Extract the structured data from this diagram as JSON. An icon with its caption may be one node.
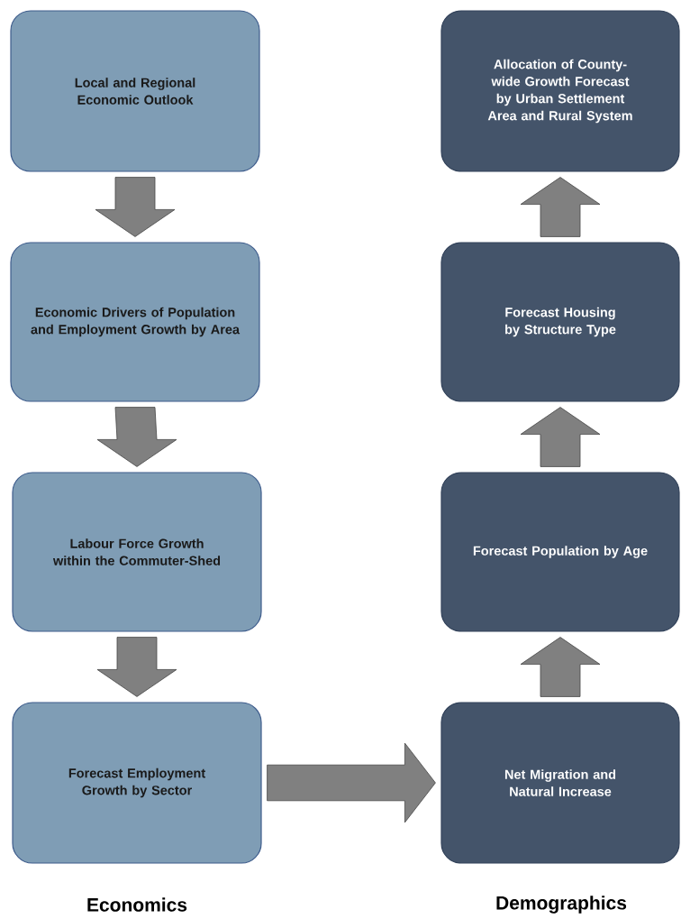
{
  "diagram": {
    "nodes": [
      {
        "text": [
          "Local and Regional Economic Outlook"
        ]
      },
      {
        "text": [
          "Economic Drivers of Population and Employment Growth by Area"
        ]
      },
      {
        "text": [
          "Labour Force Growth within the Commuter-Shed"
        ]
      },
      {
        "text": [
          "Forecast Employment Growth by Sector"
        ]
      },
      {
        "text": [
          "Allocation of County-wide Growth Forecast by Urban Settlement Area and Rural System"
        ]
      },
      {
        "text": [
          "Forecast Housing by Structure Type"
        ]
      },
      {
        "text": [
          "Forecast Population by Age"
        ]
      },
      {
        "text": [
          "Net Migration and Natural Increase"
        ]
      }
    ],
    "edges": [
      {
        "from": 0,
        "to": 1,
        "arrow": "to"
      },
      {
        "from": 1,
        "to": 2,
        "arrow": "to"
      },
      {
        "from": 2,
        "to": 3,
        "arrow": "to"
      },
      {
        "from": 3,
        "to": 7,
        "arrow": "to"
      },
      {
        "from": 7,
        "to": 6,
        "arrow": "to"
      },
      {
        "from": 6,
        "to": 5,
        "arrow": "to"
      },
      {
        "from": 5,
        "to": 4,
        "arrow": "to"
      }
    ],
    "labels": [
      "Economics",
      "Demographics"
    ]
  }
}
